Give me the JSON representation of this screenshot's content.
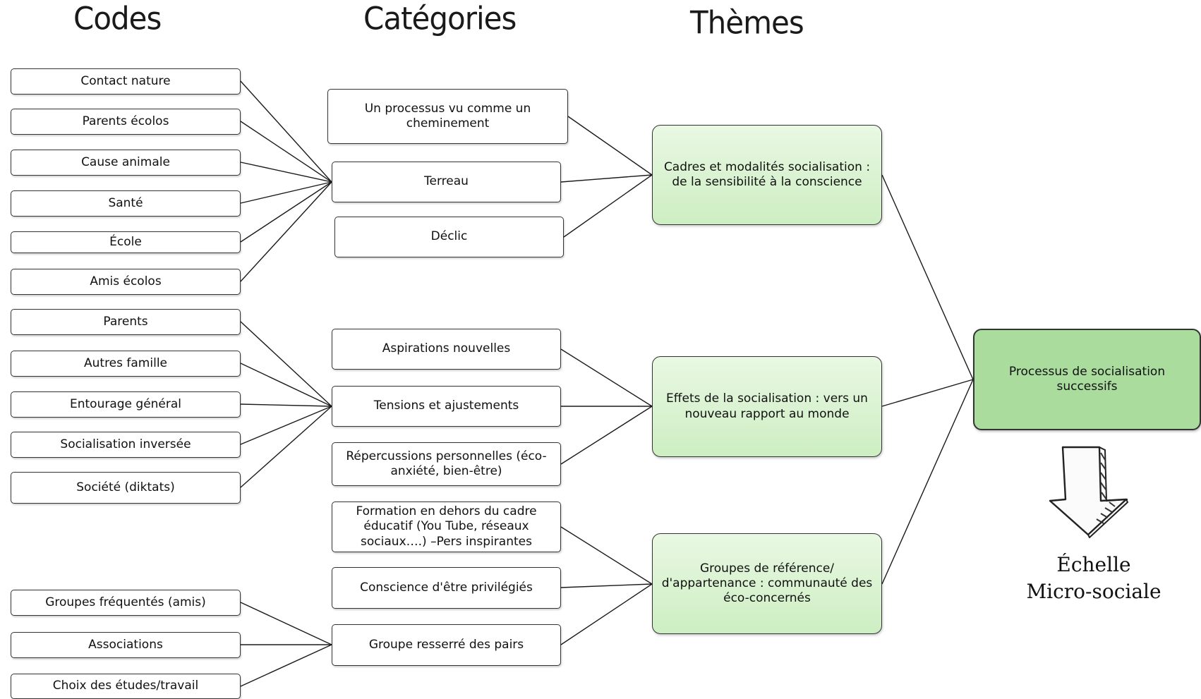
{
  "headers": {
    "codes": "Codes",
    "categories": "Catégories",
    "themes": "Thèmes"
  },
  "codes": [
    "Contact nature",
    "Parents écolos",
    "Cause animale",
    "Santé",
    "École",
    "Amis écolos",
    "Parents",
    "Autres famille",
    "Entourage général",
    "Socialisation inversée",
    "Société (diktats)",
    "Groupes fréquentés (amis)",
    "Associations",
    "Choix des études/travail"
  ],
  "categories": [
    "Un processus vu comme un cheminement",
    "Terreau",
    "Déclic",
    "Aspirations nouvelles",
    "Tensions et ajustements",
    "Répercussions personnelles (éco-anxiété, bien-être)",
    "Formation en dehors du cadre éducatif (You Tube, réseaux sociaux….) –Pers inspirantes",
    "Conscience d'être privilégiés",
    "Groupe resserré des pairs"
  ],
  "themes": [
    "Cadres et modalités socialisation : de la sensibilité à la conscience",
    "Effets de la socialisation : vers un nouveau rapport au monde",
    "Groupes de référence/ d'appartenance : communauté des éco-concernés"
  ],
  "final": "Processus de socialisation successifs",
  "scale": {
    "line1": "Échelle",
    "line2": "Micro-sociale"
  },
  "icons": {
    "down_arrow": "hand-drawn-down-arrow-icon"
  }
}
